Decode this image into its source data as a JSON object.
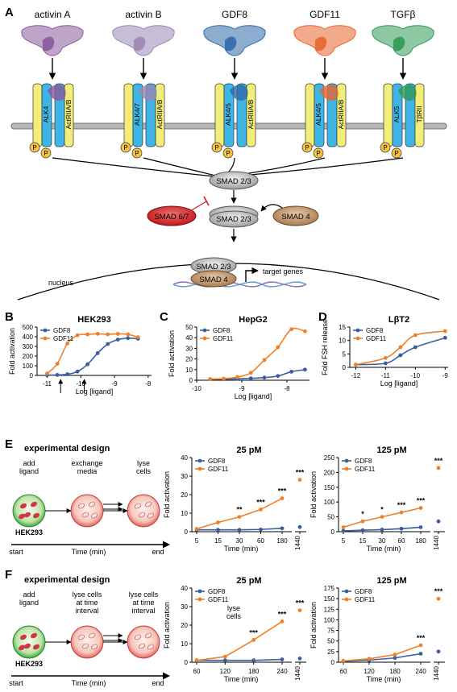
{
  "panels": {
    "A": {
      "label": "A",
      "ligands": [
        "activin A",
        "activin B",
        "GDF8",
        "GDF11",
        "TGFβ"
      ],
      "ligand_colors": [
        "#8a5a9c",
        "#9a86b4",
        "#2f6aa8",
        "#e8652d",
        "#2f9a55"
      ],
      "type1_receptors": [
        "ALK4",
        "ALK4/7",
        "ALK4/5",
        "ALK4/5",
        "ALK5"
      ],
      "type2_receptors": [
        "ActRIIA/B",
        "ActRIIA/B",
        "ActRIIA/B",
        "ActRIIA/B",
        "TβRII"
      ],
      "phospho": "P",
      "smad23": "SMAD 2/3",
      "smad67": "SMAD 6/7",
      "smad4": "SMAD 4",
      "nucleus": "nucleus",
      "target_genes": "target genes"
    },
    "B": {
      "label": "B",
      "title": "HEK293"
    },
    "C": {
      "label": "C",
      "title": "HepG2"
    },
    "D": {
      "label": "D",
      "title": "LβT2"
    },
    "E": {
      "label": "E",
      "design_title": "experimental design",
      "steps": [
        "add\nligand",
        "exchange\nmedia",
        "lyse\ncells"
      ],
      "cell_line": "HEK293",
      "timeline": [
        "start",
        "Time (min)",
        "end"
      ],
      "chart_titles": [
        "25 pM",
        "125 pM"
      ]
    },
    "F": {
      "label": "F",
      "design_title": "experimental design",
      "steps": [
        "add\nligand",
        "lyse cells\nat time\ninterval",
        "lyse cells\nat time\ninterval"
      ],
      "cell_line": "HEK293",
      "timeline": [
        "start",
        "Time (min)",
        "end"
      ],
      "chart_titles": [
        "25 pM",
        "125 pM"
      ],
      "annotation": "lyse\ncells"
    }
  },
  "colors": {
    "GDF8": "#3a5fa0",
    "GDF11": "#f0812a"
  },
  "chart_data": [
    {
      "id": "B",
      "type": "line",
      "title": "HEK293",
      "xlabel": "Log [ligand]",
      "ylabel": "Fold activation",
      "xlim": [
        -11.3,
        -7.9
      ],
      "ylim": [
        0,
        500
      ],
      "xticks": [
        -11,
        -10,
        -9,
        -8
      ],
      "yticks": [
        0,
        100,
        200,
        300,
        400,
        500
      ],
      "legend": "top-left",
      "arrows_at_x": [
        -10.6,
        -9.9
      ],
      "series": [
        {
          "name": "GDF8",
          "x": [
            -11,
            -10.7,
            -10.4,
            -10.1,
            -9.8,
            -9.5,
            -9.2,
            -8.9,
            -8.6,
            -8.3
          ],
          "y": [
            3,
            5,
            12,
            40,
            115,
            230,
            325,
            370,
            385,
            380
          ]
        },
        {
          "name": "GDF11",
          "x": [
            -11,
            -10.7,
            -10.4,
            -10.1,
            -9.8,
            -9.5,
            -9.2,
            -8.9,
            -8.6,
            -8.3
          ],
          "y": [
            20,
            120,
            330,
            415,
            425,
            430,
            425,
            430,
            425,
            395
          ]
        }
      ]
    },
    {
      "id": "C",
      "type": "line",
      "title": "HepG2",
      "xlabel": "Log [ligand]",
      "ylabel": "Fold activation",
      "xlim": [
        -10,
        -7.5
      ],
      "ylim": [
        0,
        50
      ],
      "xticks": [
        -10,
        -9,
        -8
      ],
      "yticks": [
        0,
        10,
        20,
        30,
        40,
        50
      ],
      "legend": "top-left",
      "series": [
        {
          "name": "GDF8",
          "x": [
            -9.7,
            -9.4,
            -9.1,
            -8.8,
            -8.5,
            -8.2,
            -7.9,
            -7.6
          ],
          "y": [
            1,
            1,
            1.3,
            1.8,
            2.5,
            4,
            8,
            10
          ]
        },
        {
          "name": "GDF11",
          "x": [
            -9.7,
            -9.4,
            -9.1,
            -8.8,
            -8.5,
            -8.2,
            -7.9,
            -7.6
          ],
          "y": [
            1,
            1.5,
            3,
            7,
            19,
            31,
            48,
            46
          ]
        }
      ]
    },
    {
      "id": "D",
      "type": "line",
      "title": "LβT2",
      "xlabel": "Log [ligand]",
      "ylabel": "Fold FSH release",
      "xlim": [
        -12.2,
        -8.9
      ],
      "ylim": [
        0,
        15
      ],
      "xticks": [
        -12,
        -11,
        -10,
        -9
      ],
      "yticks": [
        0,
        5,
        10,
        15
      ],
      "legend": "top-left",
      "series": [
        {
          "name": "GDF8",
          "x": [
            -12,
            -11,
            -10.5,
            -10,
            -9
          ],
          "y": [
            1,
            1.5,
            4.5,
            7.5,
            11
          ]
        },
        {
          "name": "GDF11",
          "x": [
            -12,
            -11,
            -10.5,
            -10,
            -9
          ],
          "y": [
            1,
            3.5,
            7.5,
            12,
            13.5
          ]
        }
      ]
    },
    {
      "id": "E1",
      "type": "line",
      "title": "25 pM",
      "xlabel": "Time (min)",
      "ylabel": "Fold activation",
      "categories": [
        "5",
        "15",
        "30",
        "60",
        "180",
        "1440"
      ],
      "ylim": [
        0,
        40
      ],
      "yticks": [
        0,
        10,
        20,
        30,
        40
      ],
      "legend": "top-left",
      "significance": [
        "",
        "",
        "**",
        "***",
        "***",
        "***"
      ],
      "series": [
        {
          "name": "GDF8",
          "values": [
            1,
            1,
            1,
            1.2,
            1.8,
            2.5
          ]
        },
        {
          "name": "GDF11",
          "values": [
            1.5,
            5,
            8,
            12,
            18,
            28
          ]
        }
      ]
    },
    {
      "id": "E2",
      "type": "line",
      "title": "125 pM",
      "xlabel": "Time (min)",
      "ylabel": "Fold activation",
      "categories": [
        "5",
        "15",
        "30",
        "60",
        "180",
        "1440"
      ],
      "ylim": [
        0,
        250
      ],
      "yticks": [
        0,
        50,
        100,
        150,
        200,
        250
      ],
      "legend": "top-left",
      "significance": [
        "",
        "*",
        "*",
        "***",
        "***",
        "***"
      ],
      "series": [
        {
          "name": "GDF8",
          "values": [
            3,
            5,
            7,
            10,
            15,
            35
          ]
        },
        {
          "name": "GDF11",
          "values": [
            15,
            35,
            50,
            65,
            80,
            215
          ]
        }
      ]
    },
    {
      "id": "F1",
      "type": "line",
      "title": "25 pM",
      "xlabel": "Time (min)",
      "ylabel": "Fold activation",
      "categories": [
        "60",
        "120",
        "180",
        "240",
        "1440"
      ],
      "ylim": [
        0,
        40
      ],
      "yticks": [
        0,
        10,
        20,
        30,
        40
      ],
      "legend": "top-left",
      "significance": [
        "",
        "",
        "***",
        "***",
        "***"
      ],
      "series": [
        {
          "name": "GDF8",
          "values": [
            1,
            1,
            1,
            1.5,
            2
          ]
        },
        {
          "name": "GDF11",
          "values": [
            1,
            3,
            12,
            22,
            28
          ]
        }
      ]
    },
    {
      "id": "F2",
      "type": "line",
      "title": "125 pM",
      "xlabel": "Time (min)",
      "ylabel": "Fold activation",
      "categories": [
        "60",
        "120",
        "180",
        "240",
        "1440"
      ],
      "ylim": [
        0,
        175
      ],
      "yticks": [
        0,
        25,
        50,
        75,
        100,
        125,
        150,
        175
      ],
      "legend": "top-left",
      "significance": [
        "",
        "",
        "",
        "***",
        "***"
      ],
      "series": [
        {
          "name": "GDF8",
          "values": [
            2,
            5,
            10,
            20,
            25
          ]
        },
        {
          "name": "GDF11",
          "values": [
            3,
            8,
            18,
            40,
            150
          ]
        }
      ]
    }
  ]
}
